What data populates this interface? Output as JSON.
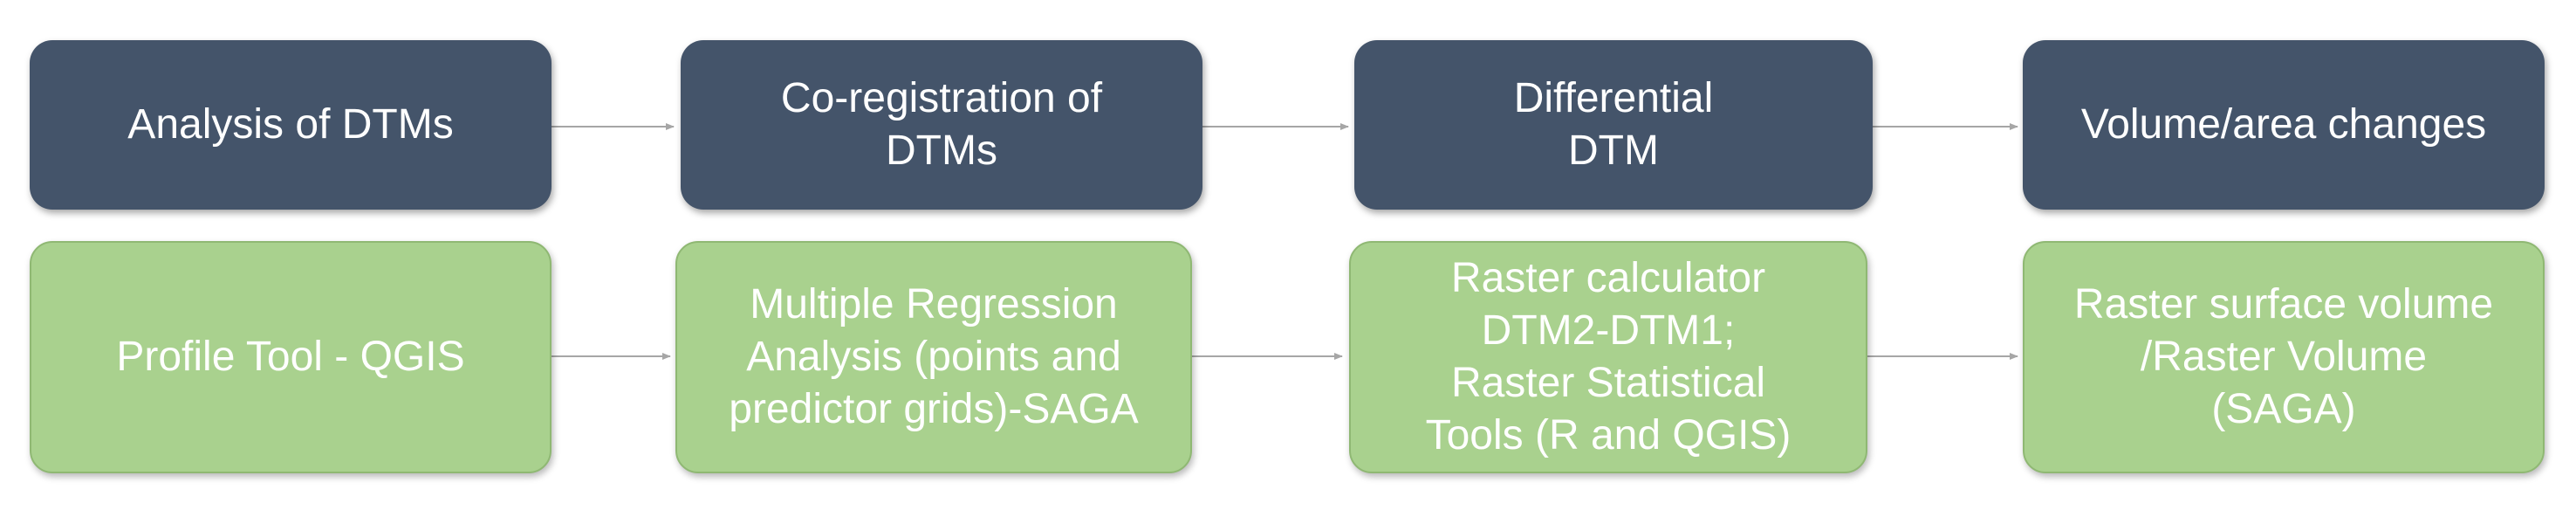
{
  "colors": {
    "top_row_fill": "#44546a",
    "bottom_row_fill": "#a9d18e",
    "box_text": "#ffffff",
    "arrow": "#a6a6a6"
  },
  "top_row": [
    {
      "label": "Analysis of DTMs"
    },
    {
      "label": "Co-registration of\nDTMs"
    },
    {
      "label": "Differential\nDTM"
    },
    {
      "label": "Volume/area changes"
    }
  ],
  "bottom_row": [
    {
      "label": "Profile Tool - QGIS"
    },
    {
      "label": "Multiple Regression\nAnalysis (points and\npredictor grids)-SAGA"
    },
    {
      "label": "Raster calculator\nDTM2-DTM1;\nRaster Statistical\nTools (R and QGIS)"
    },
    {
      "label": "Raster surface volume\n/Raster Volume\n(SAGA)"
    }
  ]
}
